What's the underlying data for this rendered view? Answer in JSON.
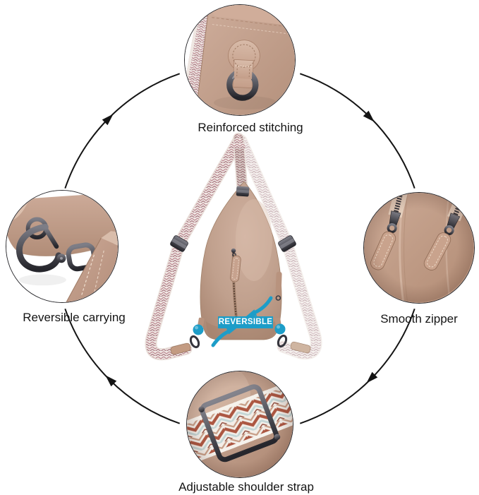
{
  "page": {
    "background": "#ffffff"
  },
  "callouts": {
    "top": {
      "label": "Reinforced stitching",
      "photo": "strap-anchor-panel-with-d-ring"
    },
    "right": {
      "label": "Smooth zipper",
      "photo": "two-zipper-pulls-closeup"
    },
    "bottom": {
      "label": "Adjustable shoulder strap",
      "photo": "woven-strap-slide-buckle-closeup"
    },
    "left": {
      "label": "Reversible carrying",
      "photo": "swivel-snap-hook-closeup"
    }
  },
  "badge": {
    "text": "REVERSIBLE"
  },
  "center_illustration": "sling-bag-with-woven-straps",
  "icons": {
    "cycle_arrow": "clockwise-arc-arrow",
    "curved_arrow": "blue-curved-arrow",
    "d_ring": "metal-d-ring",
    "snap_hook": "metal-swivel-snap-hook",
    "zipper_pull": "zipper-slider-with-leather-pull",
    "strap_buckle": "metal-slide-buckle",
    "pom": "blue-pom-accent"
  },
  "colors": {
    "accent_blue": "#1d9dc8",
    "ink": "#141414",
    "leather_tan": "#c2a08e",
    "metal_gray": "#3f3f47",
    "strap_cream": "#f0e8e4",
    "strap_rose": "#a3707a",
    "background": "#ffffff"
  }
}
